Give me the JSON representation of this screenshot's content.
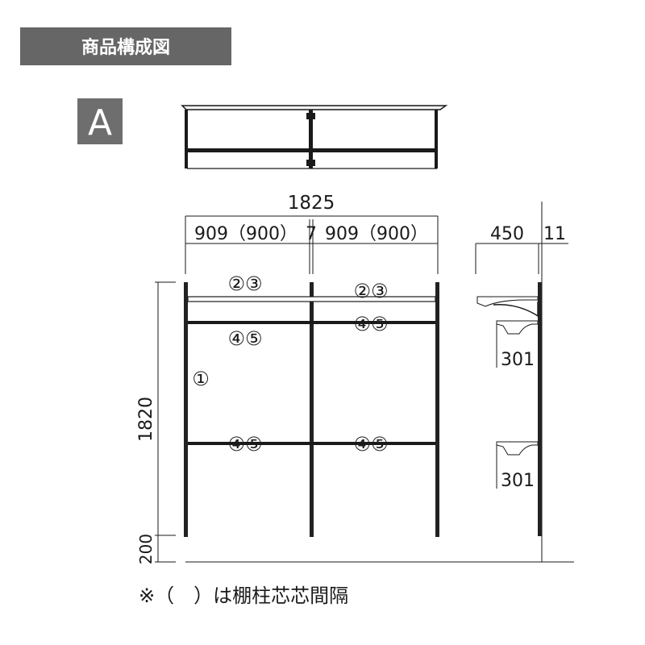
{
  "header": {
    "title": "商品構成図",
    "title_bg": "#666666",
    "title_color": "#ffffff"
  },
  "variant": {
    "label": "A",
    "bg": "#6e6e6e",
    "color": "#ffffff"
  },
  "front": {
    "total_width": "1825",
    "left_bay": "909（900）",
    "gap": "7",
    "right_bay": "909（900）",
    "height": "1820",
    "base": "200",
    "part_labels": {
      "left_top": "②③",
      "left_mid": "④⑤",
      "left_post": "①",
      "left_low": "④⑤",
      "right_top": "②③",
      "right_mid": "④⑤",
      "right_low": "④⑤"
    }
  },
  "side": {
    "depth": "450",
    "thickness": "11",
    "bracket_upper": "301",
    "bracket_lower": "301"
  },
  "note": "※（　）は棚柱芯芯間隔",
  "colors": {
    "line": "#1a1a1a",
    "post": "#222222"
  }
}
